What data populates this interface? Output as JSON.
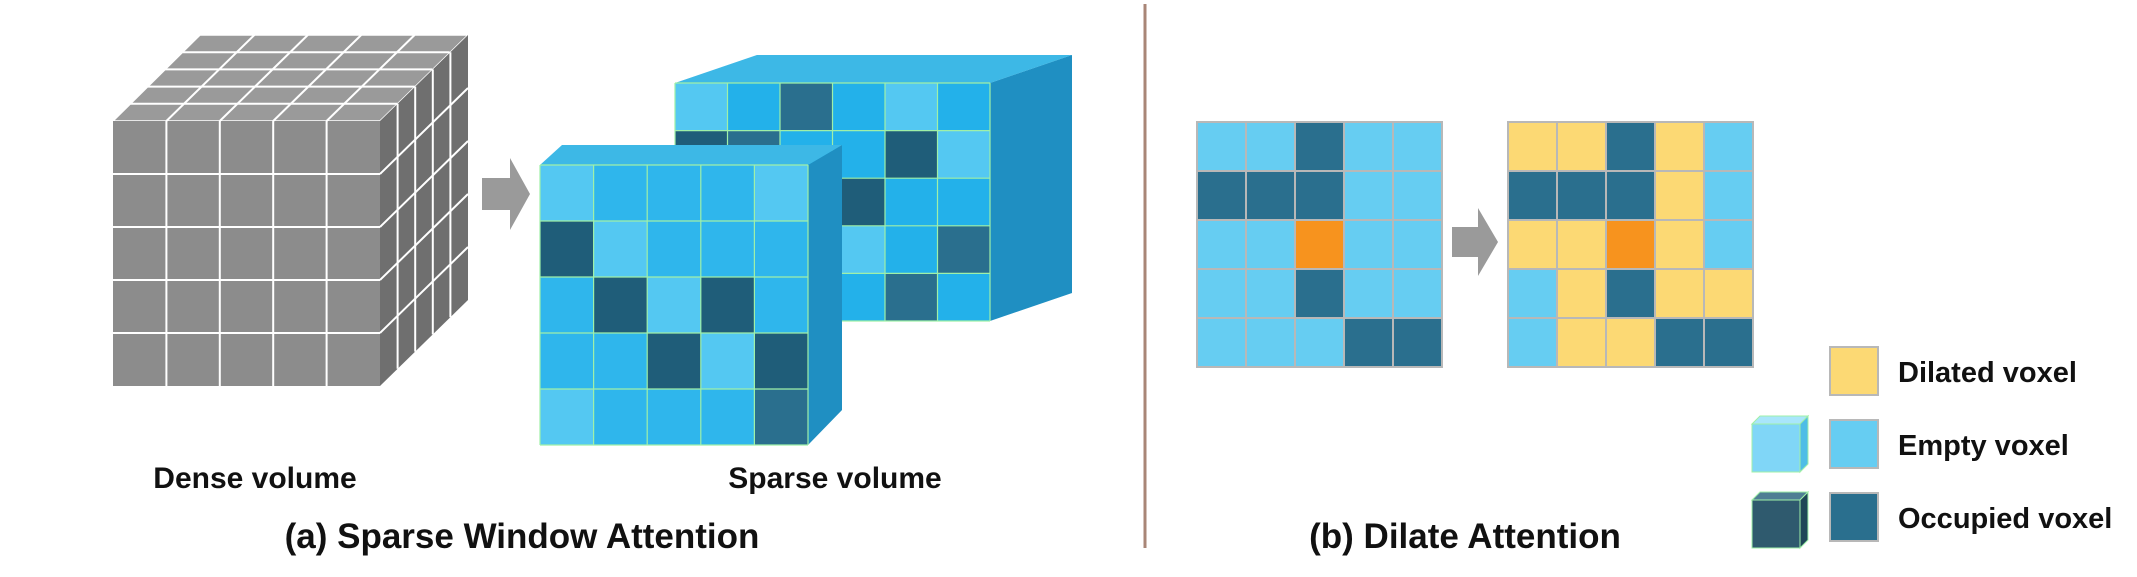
{
  "panel_a": {
    "caption": "(a) Sparse Window Attention",
    "dense_label": "Dense volume",
    "sparse_label": "Sparse volume"
  },
  "panel_b": {
    "caption": "(b) Dilate Attention"
  },
  "legend": {
    "items": [
      {
        "key": "dilated",
        "label": "Dilated voxel"
      },
      {
        "key": "empty",
        "label": "Empty voxel"
      },
      {
        "key": "occupied",
        "label": "Occupied voxel"
      }
    ]
  },
  "colors": {
    "dense": "#8c8c8c",
    "empty": "#66cdf2",
    "occupied": "#2a6f8e",
    "dilated": "#fcd974",
    "center": "#f7931e",
    "arrow": "#9a9a9a",
    "divider": "#a98677"
  },
  "grids": {
    "before": [
      [
        "e",
        "e",
        "o",
        "e",
        "e"
      ],
      [
        "o",
        "o",
        "o",
        "e",
        "e"
      ],
      [
        "e",
        "e",
        "c",
        "e",
        "e"
      ],
      [
        "e",
        "e",
        "o",
        "e",
        "e"
      ],
      [
        "e",
        "e",
        "e",
        "o",
        "o"
      ]
    ],
    "after": [
      [
        "d",
        "d",
        "o",
        "d",
        "e"
      ],
      [
        "o",
        "o",
        "o",
        "d",
        "e"
      ],
      [
        "d",
        "d",
        "c",
        "d",
        "e"
      ],
      [
        "e",
        "d",
        "o",
        "d",
        "d"
      ],
      [
        "e",
        "d",
        "d",
        "o",
        "o"
      ]
    ]
  }
}
